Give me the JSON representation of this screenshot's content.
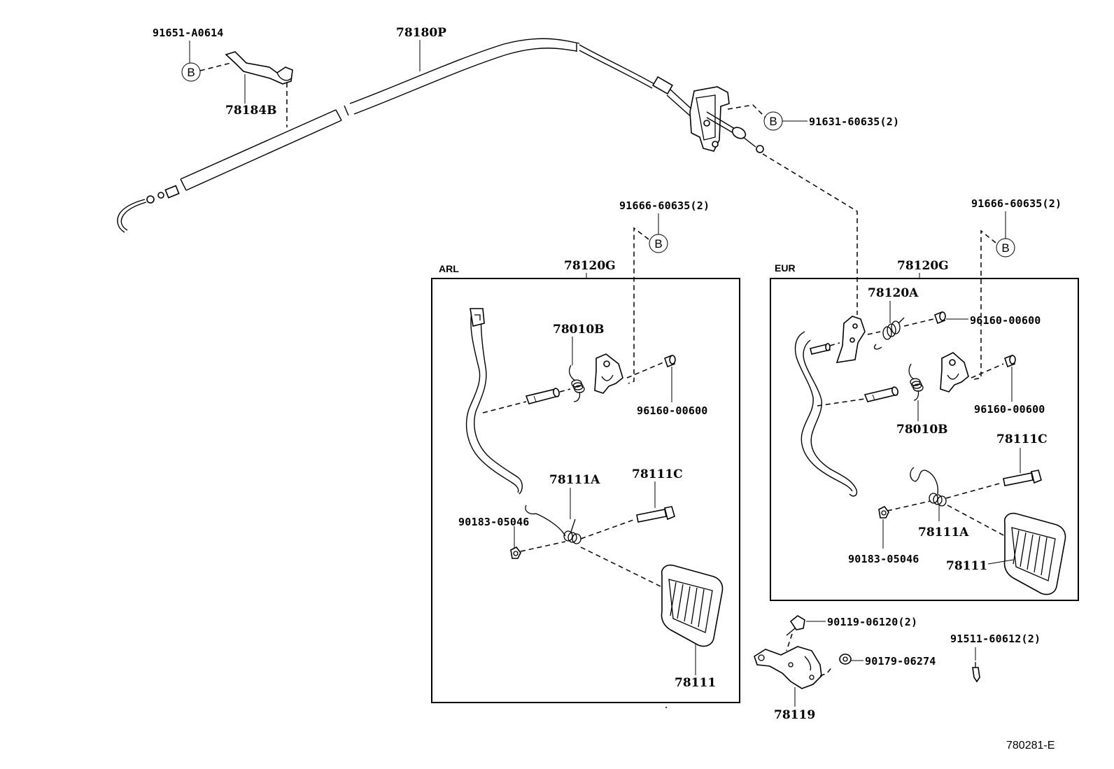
{
  "parts": {
    "p91651": "91651-A0614",
    "p78180P": "78180P",
    "p78184B": "78184B",
    "p91631": "91631-60635(2)",
    "p91666_left": "91666-60635(2)",
    "p91666_right": "91666-60635(2)",
    "p78120G_left": "78120G",
    "p78120G_right": "78120G",
    "p78010B_left": "78010B",
    "p96160_left": "96160-00600",
    "p78111A_left": "78111A",
    "p78111C_left": "78111C",
    "p90183_left": "90183-05046",
    "p78111_left": "78111",
    "p78120A": "78120A",
    "p96160_right_top": "96160-00600",
    "p96160_right": "96160-00600",
    "p78010B_right": "78010B",
    "p78111C_right": "78111C",
    "p78111A_right": "78111A",
    "p90183_right": "90183-05046",
    "p78111_right": "78111",
    "p90119": "90119-06120(2)",
    "p90179": "90179-06274",
    "p91511": "91511-60612(2)",
    "p78119": "78119"
  },
  "groups": {
    "left": "ARL",
    "right": "EUR"
  },
  "ref_marker": "B",
  "figure_id": "780281-E"
}
